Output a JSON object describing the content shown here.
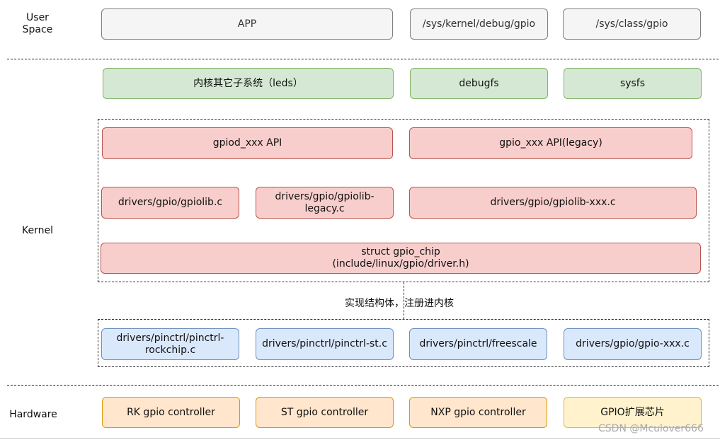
{
  "layers": {
    "user_space": "User\nSpace",
    "kernel": "Kernel",
    "hardware": "Hardware"
  },
  "user_space": {
    "app": "APP",
    "debug_gpio": "/sys/kernel/debug/gpio",
    "class_gpio": "/sys/class/gpio"
  },
  "interfaces": {
    "other_subsystems": "内核其它子系统（leds）",
    "debugfs": "debugfs",
    "sysfs": "sysfs"
  },
  "gpiolib": {
    "gpiod_api": "gpiod_xxx API",
    "gpio_api_legacy": "gpio_xxx API(legacy)",
    "gpiolib_c": "drivers/gpio/gpiolib.c",
    "gpiolib_legacy_c": "drivers/gpio/gpiolib-legacy.c",
    "gpiolib_xxx_c": "drivers/gpio/gpiolib-xxx.c",
    "gpio_chip": "struct gpio_chip\n(include/linux/gpio/driver.h)"
  },
  "connector_label": "实现结构体，注册进内核",
  "drivers": {
    "pinctrl_rockchip": "drivers/pinctrl/pinctrl-\nrockchip.c",
    "pinctrl_st": "drivers/pinctrl/pinctrl-st.c",
    "pinctrl_freescale": "drivers/pinctrl/freescale",
    "gpio_xxx": "drivers/gpio/gpio-xxx.c"
  },
  "hardware": {
    "rk": "RK gpio controller",
    "st": "ST gpio controller",
    "nxp": "NXP gpio controller",
    "expander": "GPIO扩展芯片"
  },
  "watermark": "CSDN @Mculover666",
  "colors": {
    "gray_fill": "#f5f5f5",
    "green_fill": "#d5e8d4",
    "red_fill": "#f8cecc",
    "blue_fill": "#dae8fc",
    "orange_fill": "#ffe6cc",
    "yellow_fill": "#fff2cc"
  }
}
